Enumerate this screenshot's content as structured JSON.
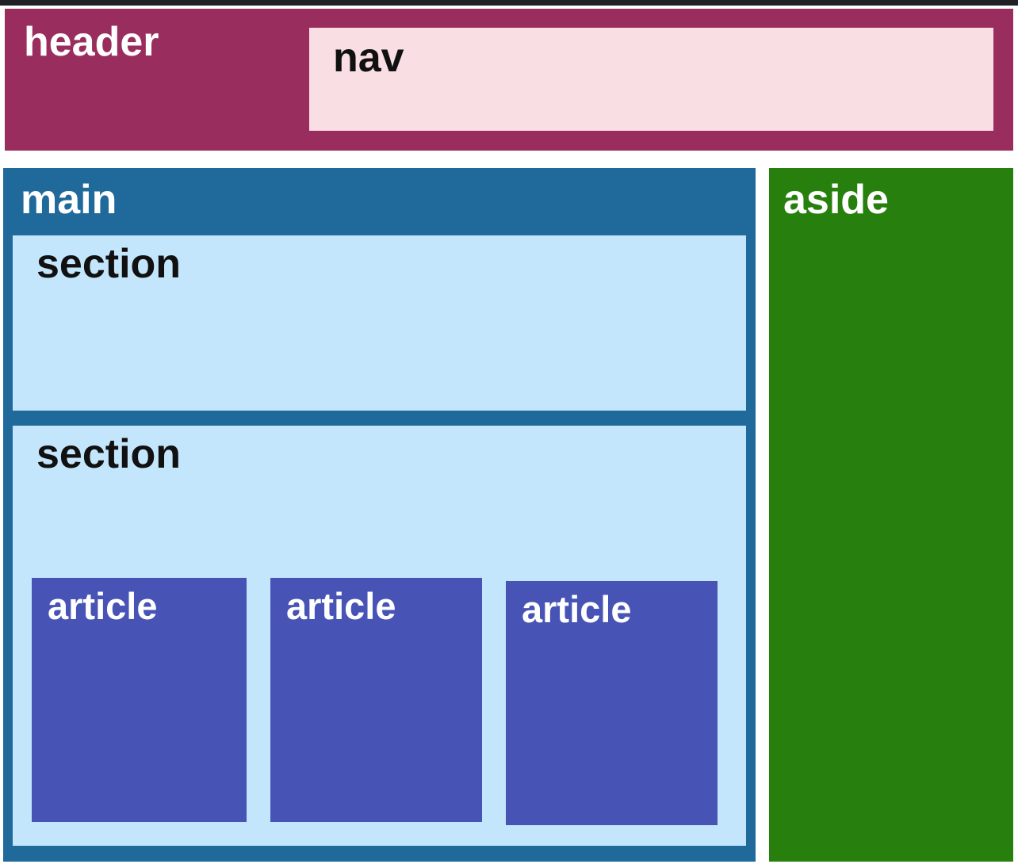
{
  "layout": {
    "header": {
      "label": "header",
      "nav": {
        "label": "nav"
      }
    },
    "main": {
      "label": "main",
      "sections": [
        {
          "label": "section",
          "articles": []
        },
        {
          "label": "section",
          "articles": [
            {
              "label": "article"
            },
            {
              "label": "article"
            },
            {
              "label": "article"
            }
          ]
        }
      ]
    },
    "aside": {
      "label": "aside"
    }
  },
  "colors": {
    "top_bar": "#202125",
    "page_bg": "#ffffff",
    "header_bg": "#992e5e",
    "nav_bg": "#f9dee3",
    "main_bg": "#206a9b",
    "section_bg": "#c4e6fc",
    "article_bg": "#4753b5",
    "aside_bg": "#27800d",
    "label_light": "#ffffff",
    "label_dark": "#111111"
  }
}
